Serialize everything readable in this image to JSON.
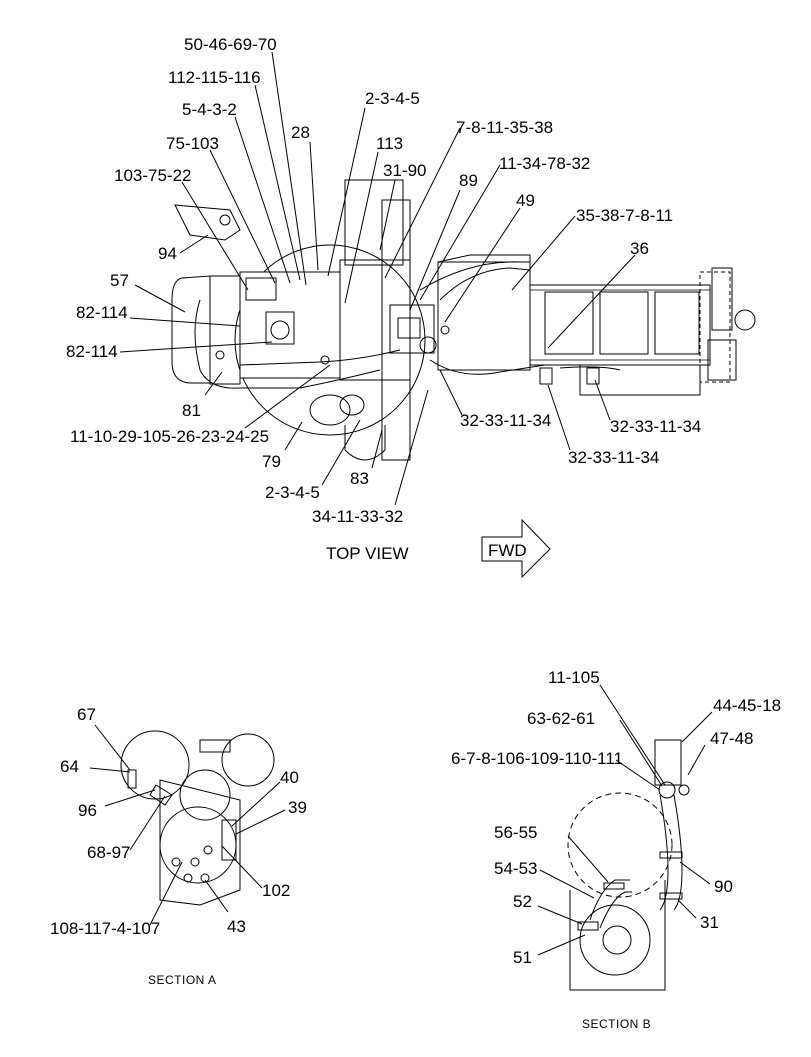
{
  "top_view": {
    "caption": "TOP VIEW",
    "fwd_label": "FWD",
    "callouts": [
      "50-46-69-70",
      "112-115-116",
      "5-4-3-2",
      "75-103",
      "103-75-22",
      "94",
      "57",
      "82-114",
      "82-114",
      "81",
      "11-10-29-105-26-23-24-25",
      "79",
      "2-3-4-5",
      "83",
      "34-11-33-32",
      "2-3-4-5",
      "28",
      "113",
      "31-90",
      "7-8-11-35-38",
      "89",
      "11-34-78-32",
      "49",
      "35-38-7-8-11",
      "36",
      "32-33-11-34",
      "32-33-11-34",
      "32-33-11-34"
    ]
  },
  "section_a": {
    "caption": "SECTION A",
    "callouts": [
      "67",
      "64",
      "96",
      "68-97",
      "108-117-4-107",
      "43",
      "40",
      "39",
      "102"
    ]
  },
  "section_b": {
    "caption": "SECTION B",
    "callouts": [
      "11-105",
      "63-62-61",
      "6-7-8-106-109-110-111",
      "44-45-18",
      "47-48",
      "56-55",
      "54-53",
      "52",
      "51",
      "90",
      "31"
    ]
  }
}
